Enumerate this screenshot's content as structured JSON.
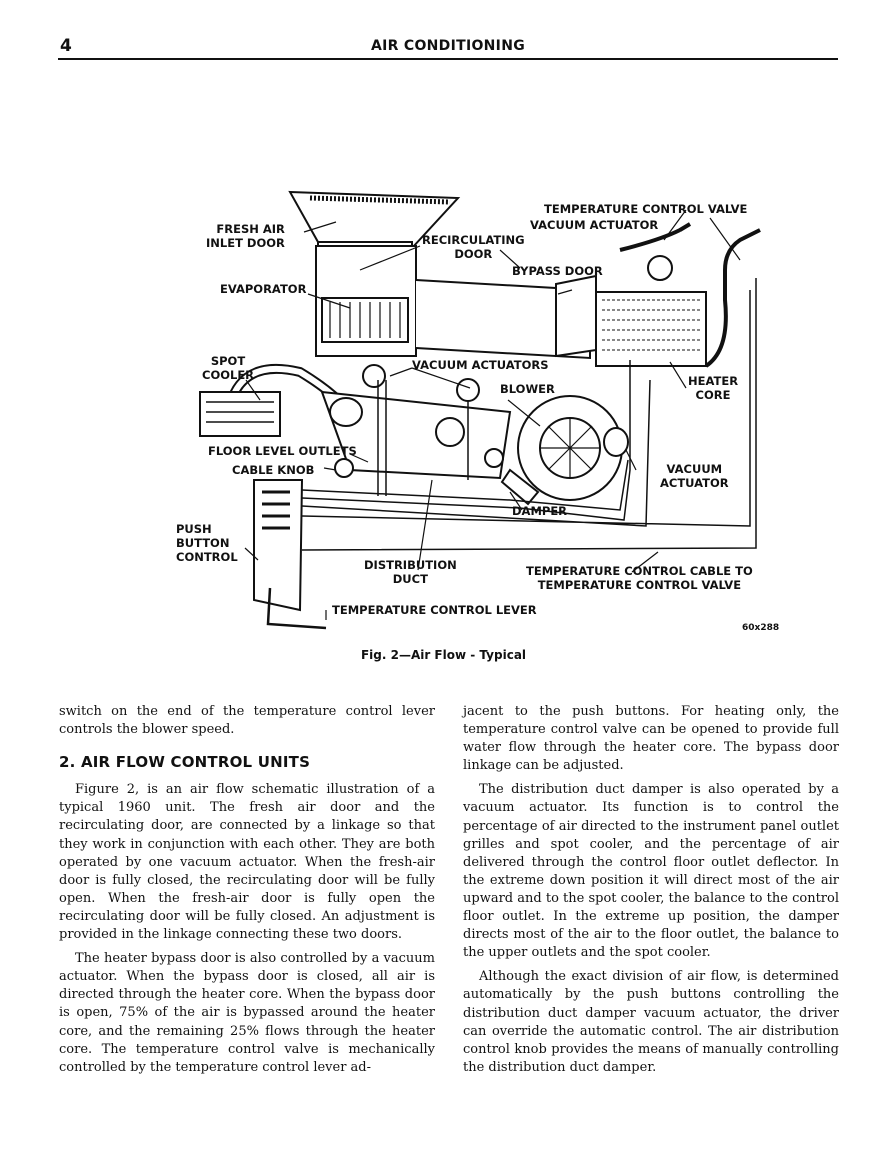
{
  "header": {
    "page_number": "4",
    "title": "AIR CONDITIONING"
  },
  "figure": {
    "labels": {
      "fresh_air_inlet_door": "FRESH AIR\nINLET DOOR",
      "evaporator": "EVAPORATOR",
      "recirculating_door": "RECIRCULATING\nDOOR",
      "temperature_control_valve": "TEMPERATURE CONTROL VALVE",
      "vacuum_actuator_top": "VACUUM ACTUATOR",
      "bypass_door": "BYPASS DOOR",
      "spot_cooler": "SPOT\nCOOLER",
      "vacuum_actuators": "VACUUM ACTUATORS",
      "blower": "BLOWER",
      "heater_core": "HEATER\nCORE",
      "floor_level_outlets": "FLOOR LEVEL OUTLETS",
      "cable_knob": "CABLE KNOB",
      "vacuum_actuator_right": "VACUUM\nACTUATOR",
      "push_button_control": "PUSH\nBUTTON\nCONTROL",
      "damper": "DAMPER",
      "distribution_duct": "DISTRIBUTION\nDUCT",
      "temperature_control_cable": "TEMPERATURE CONTROL CABLE TO\nTEMPERATURE CONTROL VALVE",
      "temperature_control_lever": "TEMPERATURE CONTROL LEVER"
    },
    "code": "60x288",
    "caption": "Fig. 2—Air Flow - Typical"
  },
  "body": {
    "left_intro": "switch on the end of the temperature control lever controls the blower speed.",
    "section_heading": "2. AIR FLOW CONTROL UNITS",
    "left_p1": "Figure 2, is an air flow schematic illustration of a typical 1960 unit. The fresh air door and the recirculating door, are connected by a linkage so that they work in conjunction with each other. They are both operated by one vacuum actuator. When the fresh-air door is fully closed, the recirculating door will be fully open. When the fresh-air door is fully open the recirculating door will be fully closed. An adjustment is provided in the linkage connecting these two doors.",
    "left_p2": "The heater bypass door is also controlled by a vacuum actuator. When the bypass door is closed, all air is directed through the heater core. When the bypass door is open, 75% of the air is bypassed around the heater core, and the remaining 25% flows through the heater core. The temperature control valve is mechanically controlled by the temperature control lever ad-",
    "right_p1": "jacent to the push buttons. For heating only, the temperature control valve can be opened to provide full water flow through the heater core. The bypass door linkage can be adjusted.",
    "right_p2": "The distribution duct damper is also operated by a vacuum actuator. Its function is to control the percentage of air directed to the instrument panel outlet grilles and spot cooler, and the percentage of air delivered through the control floor outlet deflector. In the extreme down position it will direct most of the air upward and to the spot cooler, the balance to the control floor outlet. In the extreme up position, the damper directs most of the air to the floor outlet, the balance to the upper outlets and the spot cooler.",
    "right_p3": "Although the exact division of air flow, is determined automatically by the push buttons controlling the distribution duct damper vacuum actuator, the driver can override the automatic control. The air distribution control knob provides the means of manually controlling the distribution duct damper."
  }
}
